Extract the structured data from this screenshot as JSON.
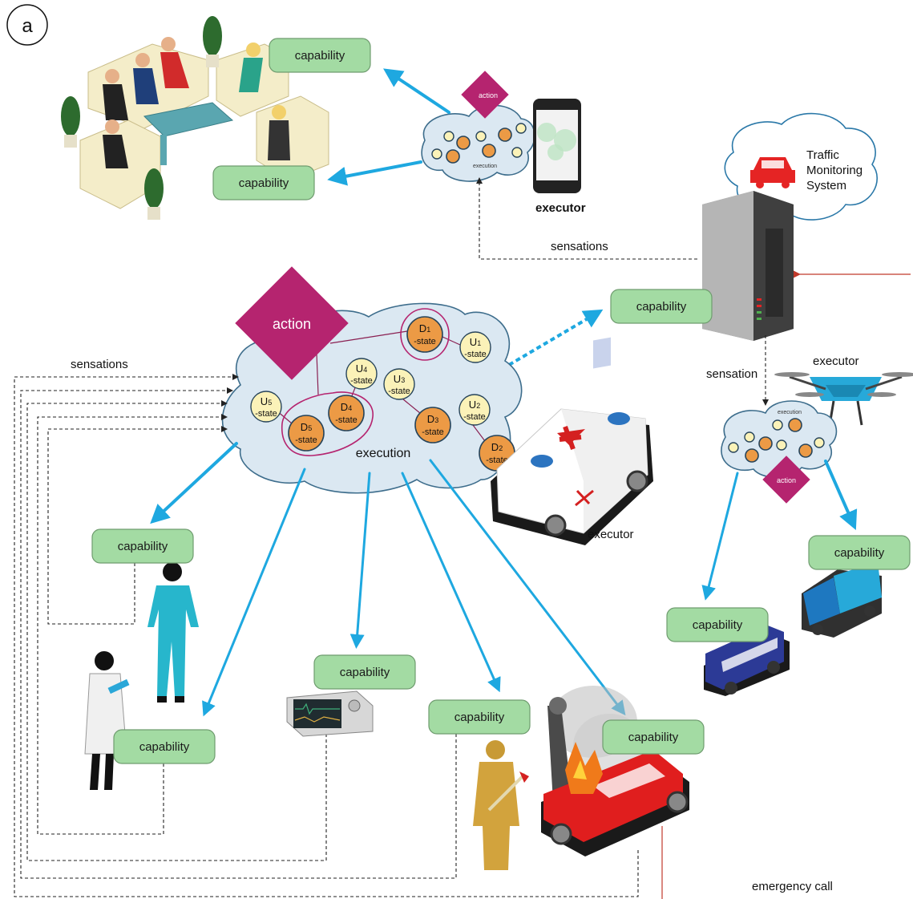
{
  "panel_label": "a",
  "capability_label": "capability",
  "action_label": "action",
  "execution_label": "execution",
  "executor_label": "executor",
  "sensations_label": "sensations",
  "sensation_label": "sensation",
  "traffic_system": {
    "line1": "Traffic",
    "line2": "Monitoring",
    "line3": "System"
  },
  "emergency_call_label": "emergency call",
  "state_suffix": "-state",
  "nodes": {
    "D1": {
      "letter": "D",
      "sub": "1"
    },
    "D2": {
      "letter": "D",
      "sub": "2"
    },
    "D3": {
      "letter": "D",
      "sub": "3"
    },
    "D4": {
      "letter": "D",
      "sub": "4"
    },
    "D5": {
      "letter": "D",
      "sub": "5"
    },
    "U1": {
      "letter": "U",
      "sub": "1"
    },
    "U2": {
      "letter": "U",
      "sub": "2"
    },
    "U3": {
      "letter": "U",
      "sub": "3"
    },
    "U4": {
      "letter": "U",
      "sub": "4"
    },
    "U5": {
      "letter": "U",
      "sub": "5"
    }
  },
  "colors": {
    "capability_fill": "#a3dba3",
    "action_diamond": "#b5246f",
    "arrow_blue": "#1ea8e0",
    "d_state_node": "#ec9a45",
    "u_state_node": "#fbf2b8",
    "cloud_fill": "#dbe8f2",
    "emergency_line": "#c0392b"
  }
}
